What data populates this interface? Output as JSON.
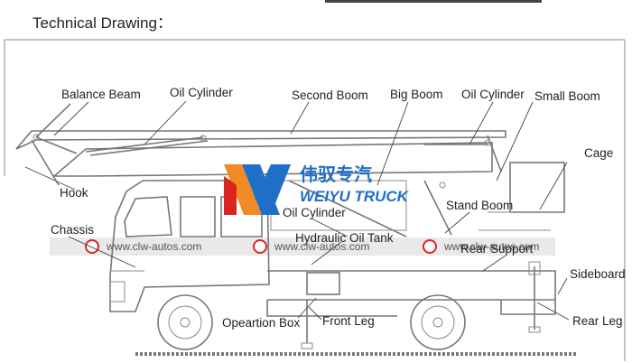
{
  "title": "Technical Drawing：",
  "labels": {
    "balance_beam": "Balance Beam",
    "oil_cylinder_top_left": "Oil Cylinder",
    "second_boom": "Second Boom",
    "big_boom": "Big Boom",
    "oil_cylinder_top_right": "Oil Cylinder",
    "small_boom": "Small Boom",
    "cage": "Cage",
    "hook": "Hook",
    "chassis": "Chassis",
    "oil_cylinder_middle": "Oil Cylinder",
    "stand_boom": "Stand Boom",
    "hydraulic_oil_tank": "Hydraulic Oil Tank",
    "rear_support": "Rear Support",
    "sideboard": "Sideboard",
    "operation_box": "Opeartion Box",
    "front_leg": "Front Leg",
    "rear_leg": "Rear Leg"
  },
  "watermark": {
    "url_left": "www.clw-autos.com",
    "url_middle": "www.clw-autos.com",
    "url_right": "www.clw-autos.com",
    "brand_cn": "伟驭专汽",
    "brand_en": "WEIYU TRUCK"
  },
  "colors": {
    "logo_blue": "#1f6fc8",
    "logo_orange": "#f08a24",
    "logo_red": "#d9251d",
    "drawing_gray": "#777777"
  }
}
